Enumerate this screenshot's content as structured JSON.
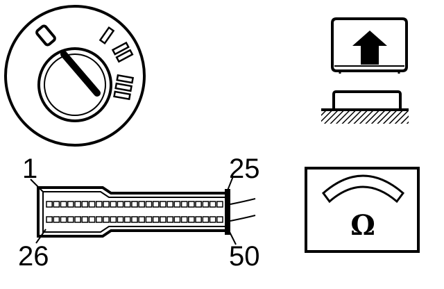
{
  "ignition_switch": {
    "position_marks": [
      "0",
      "I",
      "II",
      "III"
    ]
  },
  "connector": {
    "pin_labels": {
      "top_left": "1",
      "top_right": "25",
      "bottom_left": "26",
      "bottom_right": "50"
    }
  },
  "ohmmeter": {
    "symbol": "Ω"
  },
  "button": {
    "icon": "arrow-up-icon"
  },
  "colors": {
    "line": "#000000",
    "background": "#ffffff"
  }
}
